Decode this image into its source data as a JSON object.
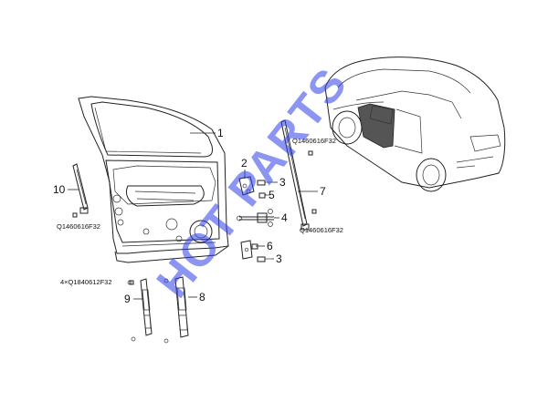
{
  "watermark": "HOT PARTS",
  "callouts": {
    "c1": "1",
    "c2": "2",
    "c3a": "3",
    "c3b": "3",
    "c4": "4",
    "c5": "5",
    "c6": "6",
    "c7": "7",
    "c8": "8",
    "c9": "9",
    "c10": "10"
  },
  "part_codes": {
    "bolt_left": "Q1460616F32",
    "bolt_upper_right": "Q1460616F32",
    "bolt_right": "Q1460616F32",
    "bolt_hinge": "4×Q1840612F32"
  },
  "colors": {
    "line": "#222222",
    "watermark": "#2f3fe8",
    "highlight": "#555555"
  }
}
